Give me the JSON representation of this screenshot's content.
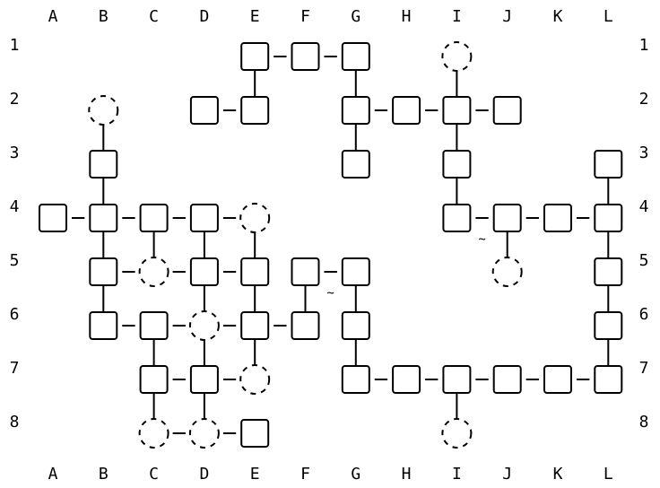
{
  "columns": [
    "A",
    "B",
    "C",
    "D",
    "E",
    "F",
    "G",
    "H",
    "I",
    "J",
    "K",
    "L"
  ],
  "rows": [
    "1",
    "2",
    "3",
    "4",
    "5",
    "6",
    "7",
    "8"
  ],
  "rooms": [
    {
      "cell": "E1",
      "style": "solid"
    },
    {
      "cell": "F1",
      "style": "solid"
    },
    {
      "cell": "G1",
      "style": "solid"
    },
    {
      "cell": "I1",
      "style": "dashed"
    },
    {
      "cell": "B2",
      "style": "dashed"
    },
    {
      "cell": "D2",
      "style": "solid"
    },
    {
      "cell": "E2",
      "style": "solid"
    },
    {
      "cell": "G2",
      "style": "solid"
    },
    {
      "cell": "H2",
      "style": "solid"
    },
    {
      "cell": "I2",
      "style": "solid"
    },
    {
      "cell": "J2",
      "style": "solid"
    },
    {
      "cell": "B3",
      "style": "solid"
    },
    {
      "cell": "G3",
      "style": "solid"
    },
    {
      "cell": "I3",
      "style": "solid"
    },
    {
      "cell": "L3",
      "style": "solid"
    },
    {
      "cell": "A4",
      "style": "solid"
    },
    {
      "cell": "B4",
      "style": "solid"
    },
    {
      "cell": "C4",
      "style": "solid"
    },
    {
      "cell": "D4",
      "style": "solid"
    },
    {
      "cell": "E4",
      "style": "dashed"
    },
    {
      "cell": "I4",
      "style": "solid"
    },
    {
      "cell": "J4",
      "style": "solid"
    },
    {
      "cell": "K4",
      "style": "solid"
    },
    {
      "cell": "L4",
      "style": "solid"
    },
    {
      "cell": "B5",
      "style": "solid"
    },
    {
      "cell": "C5",
      "style": "dashed"
    },
    {
      "cell": "D5",
      "style": "solid"
    },
    {
      "cell": "E5",
      "style": "solid"
    },
    {
      "cell": "F5",
      "style": "solid"
    },
    {
      "cell": "G5",
      "style": "solid"
    },
    {
      "cell": "J5",
      "style": "dashed"
    },
    {
      "cell": "L5",
      "style": "solid"
    },
    {
      "cell": "B6",
      "style": "solid"
    },
    {
      "cell": "C6",
      "style": "solid"
    },
    {
      "cell": "D6",
      "style": "dashed"
    },
    {
      "cell": "E6",
      "style": "solid"
    },
    {
      "cell": "F6",
      "style": "solid"
    },
    {
      "cell": "G6",
      "style": "solid"
    },
    {
      "cell": "L6",
      "style": "solid"
    },
    {
      "cell": "C7",
      "style": "solid"
    },
    {
      "cell": "D7",
      "style": "solid"
    },
    {
      "cell": "E7",
      "style": "dashed"
    },
    {
      "cell": "G7",
      "style": "solid"
    },
    {
      "cell": "H7",
      "style": "solid"
    },
    {
      "cell": "I7",
      "style": "solid"
    },
    {
      "cell": "J7",
      "style": "solid"
    },
    {
      "cell": "K7",
      "style": "solid"
    },
    {
      "cell": "L7",
      "style": "solid"
    },
    {
      "cell": "C8",
      "style": "dashed"
    },
    {
      "cell": "D8",
      "style": "dashed"
    },
    {
      "cell": "E8",
      "style": "solid"
    },
    {
      "cell": "I8",
      "style": "dashed"
    }
  ],
  "links": [
    [
      "E1",
      "F1"
    ],
    [
      "F1",
      "G1"
    ],
    [
      "E1",
      "E2"
    ],
    [
      "G1",
      "G2"
    ],
    [
      "I1",
      "I2"
    ],
    [
      "D2",
      "E2"
    ],
    [
      "G2",
      "H2"
    ],
    [
      "H2",
      "I2"
    ],
    [
      "I2",
      "J2"
    ],
    [
      "G2",
      "G3"
    ],
    [
      "I2",
      "I3"
    ],
    [
      "B2",
      "B3"
    ],
    [
      "B3",
      "B4"
    ],
    [
      "I3",
      "I4"
    ],
    [
      "L3",
      "L4"
    ],
    [
      "A4",
      "B4"
    ],
    [
      "B4",
      "C4"
    ],
    [
      "C4",
      "D4"
    ],
    [
      "D4",
      "E4"
    ],
    [
      "J4",
      "K4"
    ],
    [
      "K4",
      "L4"
    ],
    [
      "B4",
      "B5"
    ],
    [
      "C4",
      "C5"
    ],
    [
      "D4",
      "D5"
    ],
    [
      "E4",
      "E5"
    ],
    [
      "J4",
      "J5"
    ],
    [
      "L4",
      "L5"
    ],
    [
      "B5",
      "C5"
    ],
    [
      "C5",
      "D5"
    ],
    [
      "D5",
      "E5"
    ],
    [
      "F5",
      "G5"
    ],
    [
      "B5",
      "B6"
    ],
    [
      "D5",
      "D6"
    ],
    [
      "E5",
      "E6"
    ],
    [
      "F5",
      "F6"
    ],
    [
      "G5",
      "G6"
    ],
    [
      "L5",
      "L6"
    ],
    [
      "B6",
      "C6"
    ],
    [
      "C6",
      "D6"
    ],
    [
      "D6",
      "E6"
    ],
    [
      "E6",
      "F6"
    ],
    [
      "C6",
      "C7"
    ],
    [
      "D6",
      "D7"
    ],
    [
      "E6",
      "E7"
    ],
    [
      "G6",
      "G7"
    ],
    [
      "L6",
      "L7"
    ],
    [
      "C7",
      "D7"
    ],
    [
      "D7",
      "E7"
    ],
    [
      "G7",
      "H7"
    ],
    [
      "H7",
      "I7"
    ],
    [
      "I7",
      "J7"
    ],
    [
      "J7",
      "K7"
    ],
    [
      "K7",
      "L7"
    ],
    [
      "C7",
      "C8"
    ],
    [
      "D7",
      "D8"
    ],
    [
      "I7",
      "I8"
    ],
    [
      "C8",
      "D8"
    ],
    [
      "D8",
      "E8"
    ]
  ],
  "special_links": [
    {
      "from": "I4",
      "to": "J4",
      "mark": "~"
    },
    {
      "from": "F5",
      "to": "G5",
      "mark": "~"
    }
  ]
}
